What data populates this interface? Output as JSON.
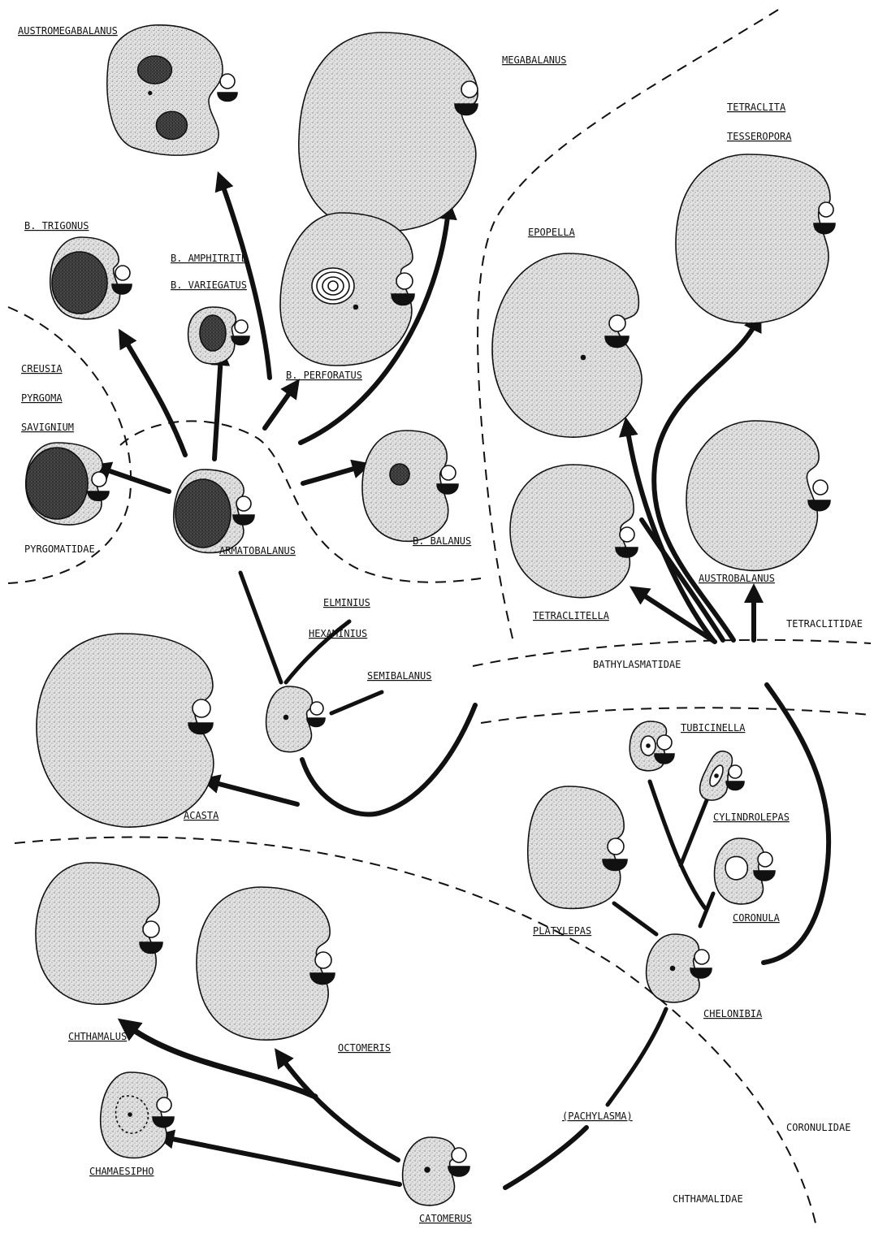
{
  "labels": {
    "austromegabalanus": "AUSTROMEGABALANUS",
    "megabalanus": "MEGABALANUS",
    "tetraclita": "TETRACLITA",
    "tesseropora": "TESSEROPORA",
    "b_trigonus": "B. TRIGONUS",
    "b_amphitrite": "B. AMPHITRITE",
    "b_variegatus": "B. VARIEGATUS",
    "epopella": "EPOPELLA",
    "creusia": "CREUSIA",
    "pyrgoma": "PYRGOMA",
    "savignium": "SAVIGNIUM",
    "b_perforatus": "B. PERFORATUS",
    "pyrgomatidae": "PYRGOMATIDAE",
    "armatobalanus": "ARMATOBALANUS",
    "b_balanus": "B. BALANUS",
    "austrobalanus": "AUSTROBALANUS",
    "tetraclitella": "TETRACLITELLA",
    "tetraclitidae": "TETRACLITIDAE",
    "elminius": "ELMINIUS",
    "hexaminius": "HEXAMINIUS",
    "semibalanus": "SEMIBALANUS",
    "bathylasmatidae": "BATHYLASMATIDAE",
    "tubicinella": "TUBICINELLA",
    "cylindrolepas": "CYLINDROLEPAS",
    "acasta": "ACASTA",
    "coronula": "CORONULA",
    "platylepas": "PLATYLEPAS",
    "chelonibia": "CHELONIBIA",
    "chthamalus": "CHTHAMALUS",
    "octomeris": "OCTOMERIS",
    "pachylasma": "(PACHYLASMA)",
    "coronulidae": "CORONULIDAE",
    "chamaesipho": "CHAMAESIPHO",
    "chthamalidae": "CHTHAMALIDAE",
    "catomerus": "CATOMERUS"
  },
  "colors": {
    "ink": "#111111",
    "cell_fill": "#d4d4d4",
    "dark_nucleus": "#1a1a1a",
    "background": "#ffffff"
  }
}
